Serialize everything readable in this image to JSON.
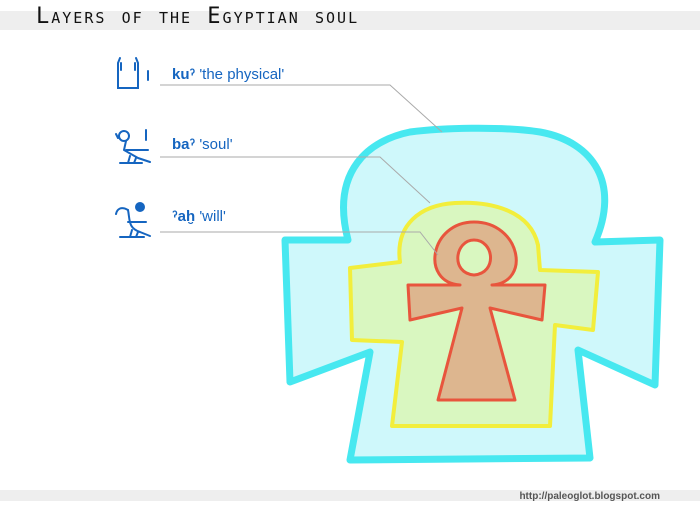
{
  "title": "Layers of the Egyptian soul",
  "footer": {
    "url": "http://paleoglot.blogspot.com"
  },
  "colors": {
    "outer_fill": "#cff8fb",
    "outer_stroke": "#47e8f0",
    "middle_fill": "#d9f7c0",
    "middle_stroke": "#f2ee3c",
    "ankh_fill": "#ddb68f",
    "ankh_stroke": "#e8553d",
    "label": "#1565c0",
    "leader": "#aaaaaa"
  },
  "layers": [
    {
      "icon": "ka-arms-hieroglyph-icon",
      "term": "kuˀ",
      "gloss": "'the physical'"
    },
    {
      "icon": "ba-bird-hieroglyph-icon",
      "term": "baˀ",
      "gloss": "'soul'"
    },
    {
      "icon": "akh-ibis-hieroglyph-icon",
      "term": "ˀaḫ",
      "gloss": "'will'"
    }
  ]
}
